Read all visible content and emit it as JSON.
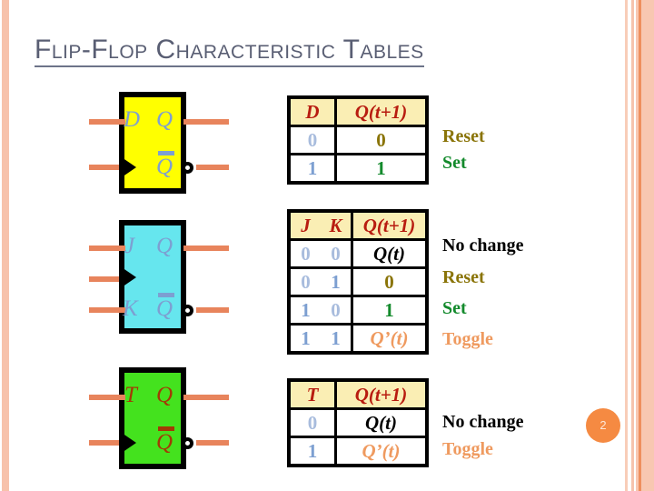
{
  "slide": {
    "title": "Flip-Flop Characteristic Tables",
    "page_number": "2",
    "accent_color": "#f58a42",
    "border_color": "#f7c2ab",
    "title_color": "#595e73"
  },
  "symbols": [
    {
      "name": "d-flip-flop",
      "fill_color": "#ffff00",
      "label_color": "#7d9fd1",
      "inputs": [
        "D",
        ""
      ],
      "outputs": [
        "Q",
        "Q"
      ],
      "has_clock": true,
      "has_inverted_output_bubble": true
    },
    {
      "name": "jk-flip-flop",
      "fill_color": "#66e6ee",
      "label_color": "#7d9fd1",
      "inputs": [
        "J",
        "",
        "K"
      ],
      "outputs": [
        "Q",
        "Q"
      ],
      "has_clock": true,
      "has_inverted_output_bubble": true
    },
    {
      "name": "t-flip-flop",
      "fill_color": "#44e21e",
      "label_color": "#a33a05",
      "inputs": [
        "T",
        ""
      ],
      "outputs": [
        "Q",
        "Q"
      ],
      "has_clock": true,
      "has_inverted_output_bubble": true
    }
  ],
  "tables": {
    "d": {
      "headers": [
        "D",
        "Q(t+1)"
      ],
      "rows": [
        {
          "in": "0",
          "out": "0",
          "note": "Reset"
        },
        {
          "in": "1",
          "out": "1",
          "note": "Set"
        }
      ]
    },
    "jk": {
      "headers": [
        "J",
        "K",
        "Q(t+1)"
      ],
      "rows": [
        {
          "j": "0",
          "k": "0",
          "out": "Q(t)",
          "note": "No change"
        },
        {
          "j": "0",
          "k": "1",
          "out": "0",
          "note": "Reset"
        },
        {
          "j": "1",
          "k": "0",
          "out": "1",
          "note": "Set"
        },
        {
          "j": "1",
          "k": "1",
          "out": "Q’(t)",
          "note": "Toggle"
        }
      ]
    },
    "t": {
      "headers": [
        "T",
        "Q(t+1)"
      ],
      "rows": [
        {
          "in": "0",
          "out": "Q(t)",
          "note": "No change"
        },
        {
          "in": "1",
          "out": "Q’(t)",
          "note": "Toggle"
        }
      ]
    }
  }
}
